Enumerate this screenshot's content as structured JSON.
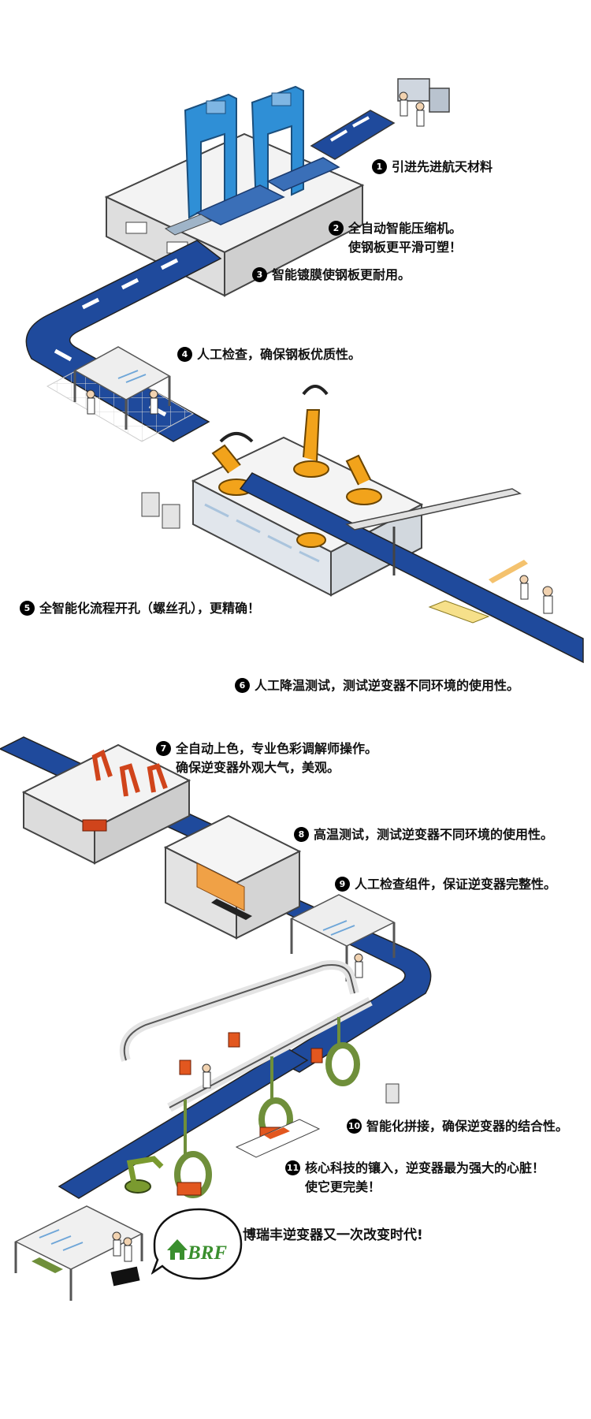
{
  "steps": [
    {
      "num": "1",
      "lines": [
        "引进先进航天材料"
      ]
    },
    {
      "num": "2",
      "lines": [
        "全自动智能压缩机。",
        "使钢板更平滑可塑！"
      ]
    },
    {
      "num": "3",
      "lines": [
        "智能镀膜使钢板更耐用。"
      ]
    },
    {
      "num": "4",
      "lines": [
        "人工检查，确保钢板优质性。"
      ]
    },
    {
      "num": "5",
      "lines": [
        "全智能化流程开孔（螺丝孔），更精确！"
      ]
    },
    {
      "num": "6",
      "lines": [
        "人工降温测试，测试逆变器不同环境的使用性。"
      ]
    },
    {
      "num": "7",
      "lines": [
        "全自动上色，专业色彩调解师操作。",
        "确保逆变器外观大气，美观。"
      ]
    },
    {
      "num": "8",
      "lines": [
        "高温测试，测试逆变器不同环境的使用性。"
      ]
    },
    {
      "num": "9",
      "lines": [
        "人工检查组件，保证逆变器完整性。"
      ]
    },
    {
      "num": "10",
      "lines": [
        "智能化拼接，确保逆变器的结合性。"
      ]
    },
    {
      "num": "11",
      "lines": [
        "核心科技的镶入，逆变器最为强大的心脏！",
        "使它更完美！"
      ]
    }
  ],
  "brand": {
    "logo_text": "BRF",
    "slogan": "博瑞丰逆变器又一次改变时代!"
  },
  "colors": {
    "conveyor_blue": "#1f4a9c",
    "conveyor_stripe": "#ffffff",
    "machine_blue": "#2f8fd6",
    "robot_orange": "#f2a31b",
    "robot_red": "#d0441b",
    "hanger_green": "#6f8f3a",
    "building_gray": "#e6e6e6",
    "outline": "#555555",
    "logo_green": "#3a8f2e"
  }
}
